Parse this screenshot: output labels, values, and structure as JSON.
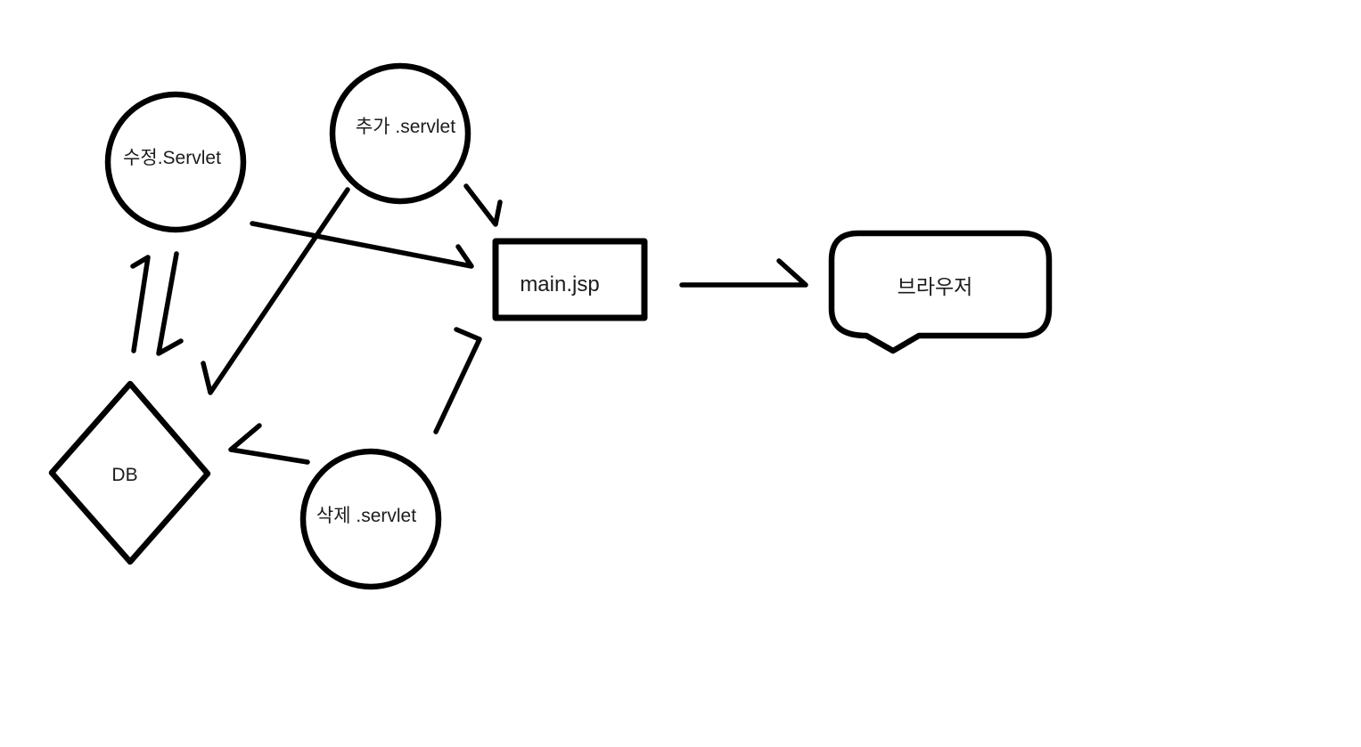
{
  "diagram": {
    "description": "Hand-drawn flow diagram of JSP/Servlet architecture",
    "colors": {
      "background": "#ffffff",
      "stroke": "#000000",
      "text": "#1c1c1c"
    },
    "nodes": {
      "edit_servlet": {
        "shape": "circle",
        "label": "수정.Servlet"
      },
      "add_servlet": {
        "shape": "circle",
        "label": "추가 .servlet"
      },
      "main_jsp": {
        "shape": "rectangle",
        "label": "main.jsp"
      },
      "browser": {
        "shape": "speech-bubble",
        "label": "브라우저"
      },
      "db": {
        "shape": "diamond",
        "label": "DB"
      },
      "delete_servlet": {
        "shape": "circle",
        "label": "삭제 .servlet"
      }
    },
    "edges": [
      {
        "from": "edit_servlet",
        "to": "main_jsp"
      },
      {
        "from": "add_servlet",
        "to": "main_jsp"
      },
      {
        "from": "add_servlet",
        "to": "db"
      },
      {
        "from": "main_jsp",
        "to": "browser"
      },
      {
        "from": "delete_servlet",
        "to": "main_jsp"
      },
      {
        "from": "delete_servlet",
        "to": "db"
      },
      {
        "from": "db",
        "to": "edit_servlet"
      },
      {
        "from": "edit_servlet",
        "to": "db"
      }
    ]
  }
}
